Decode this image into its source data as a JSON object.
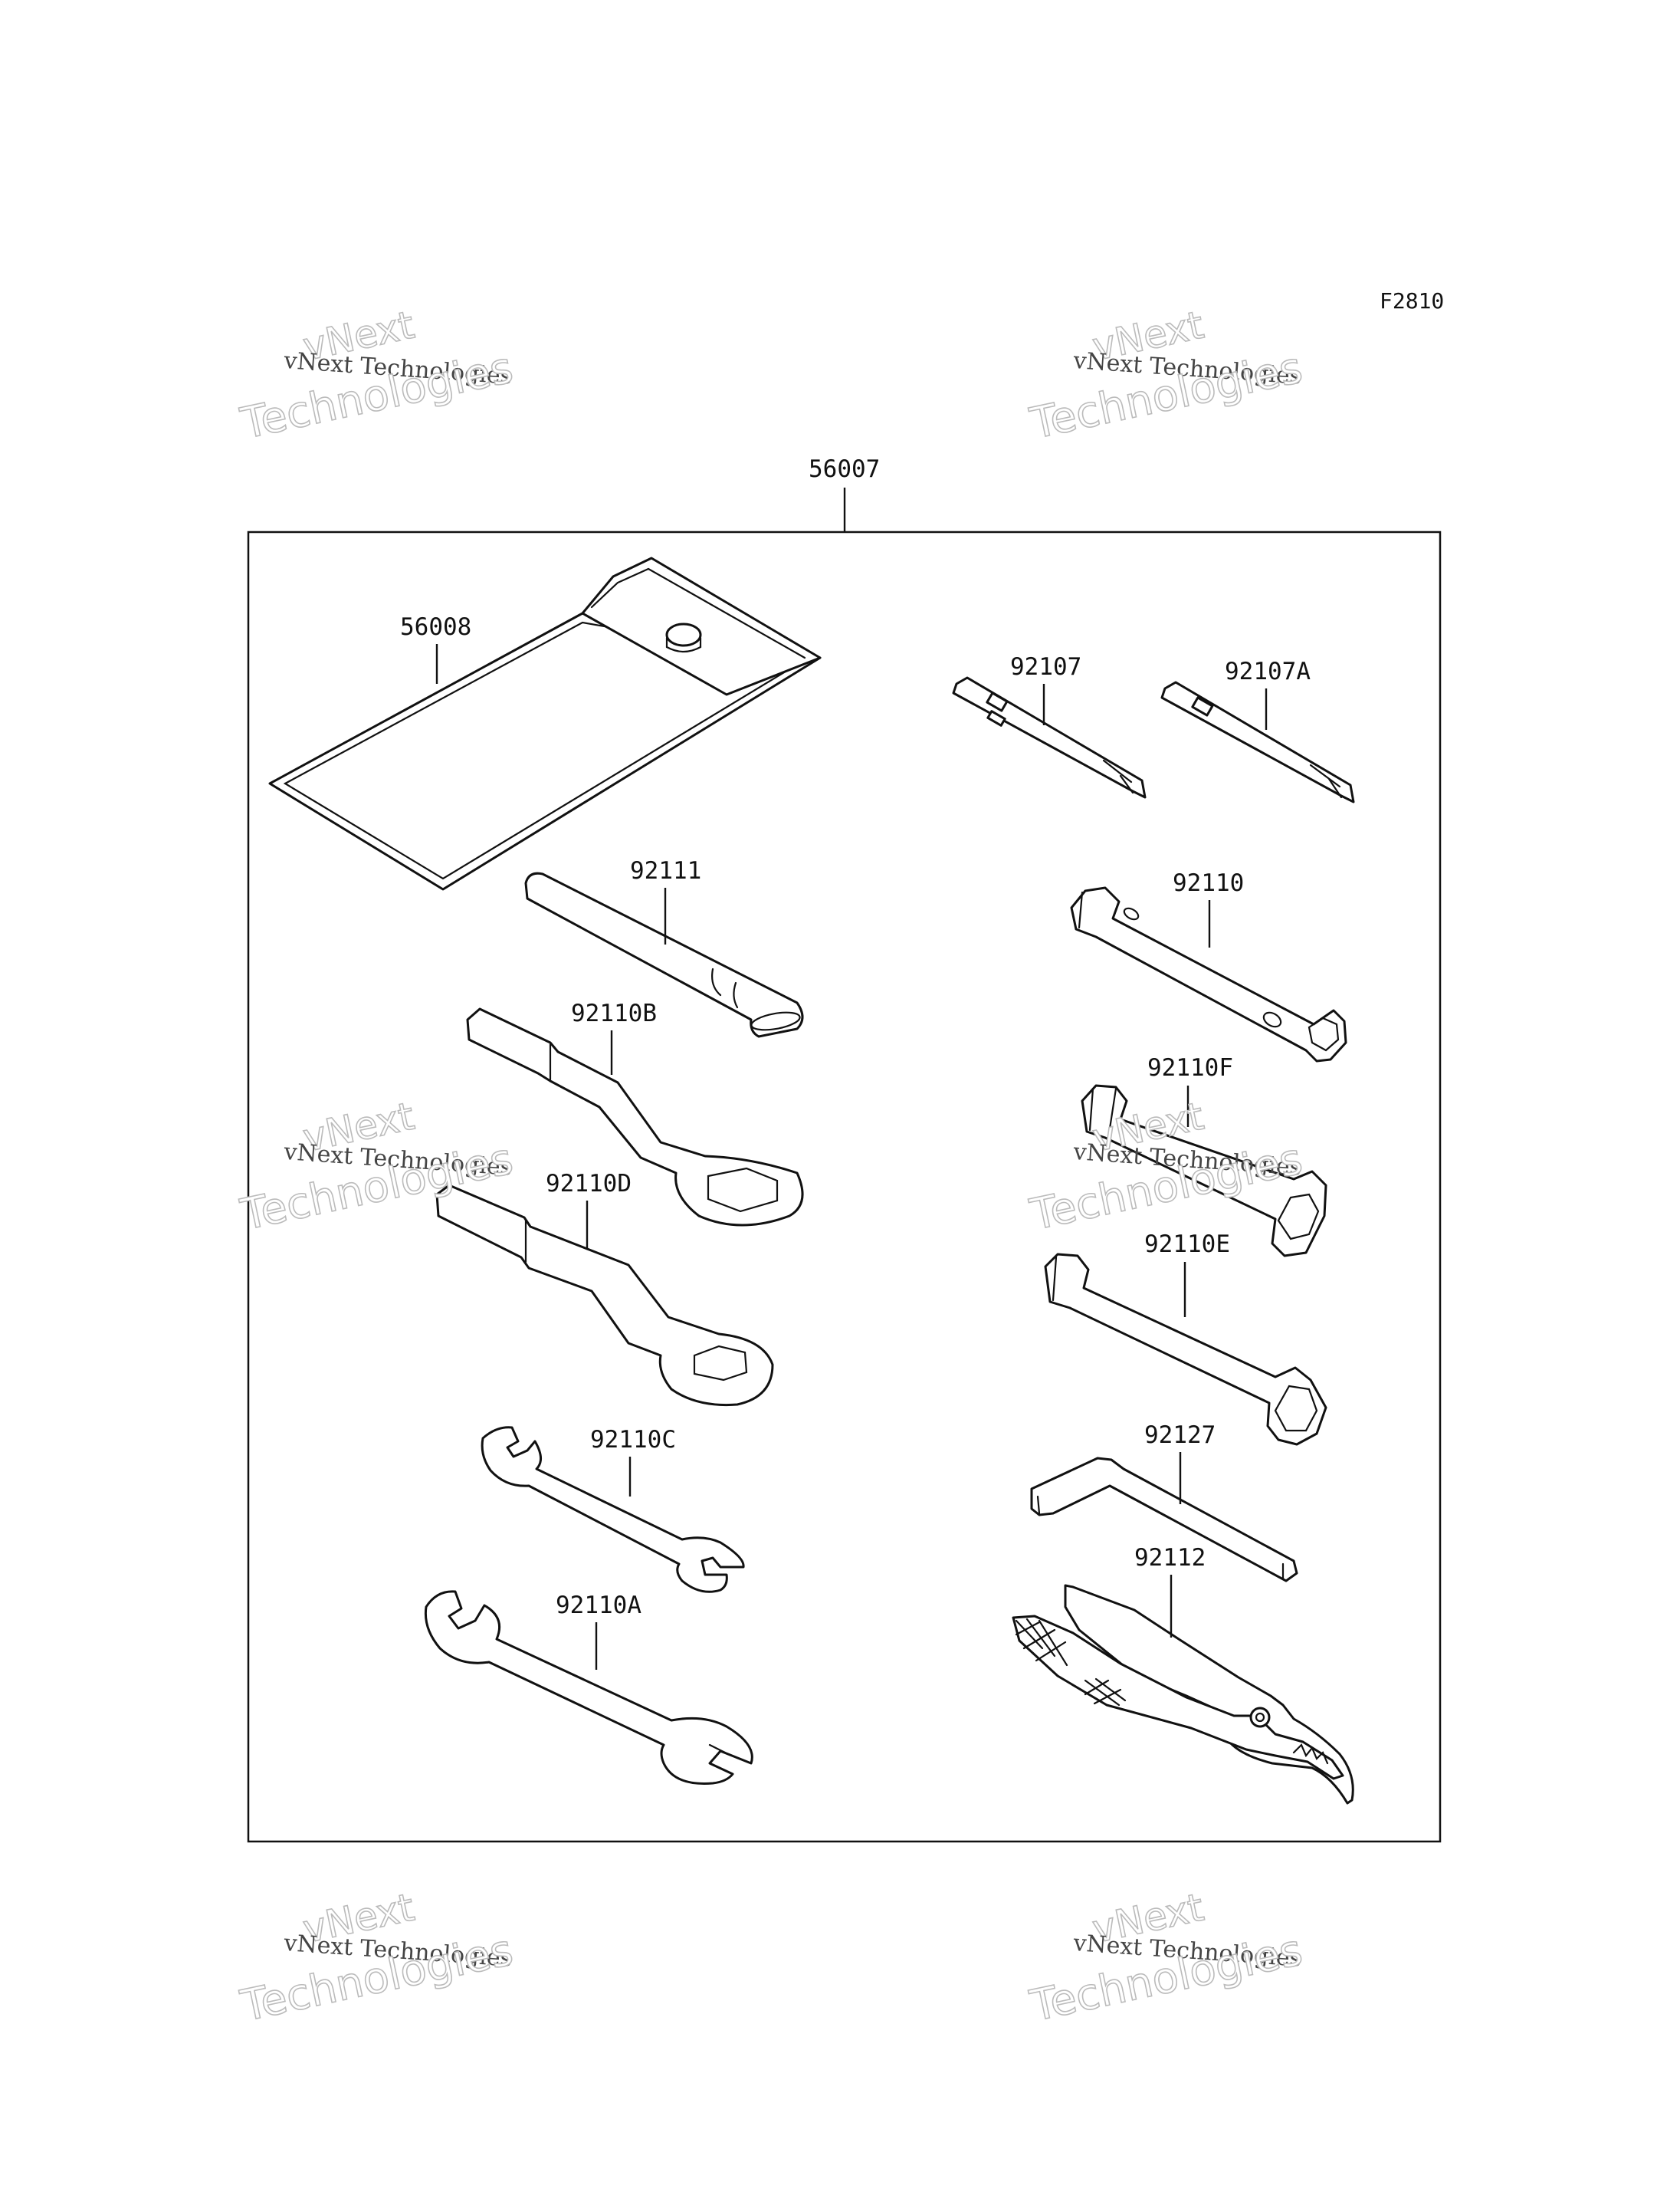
{
  "diagram": {
    "figure_ref": "F2810",
    "assembly_label": "56007",
    "parts": [
      {
        "id": "pouch",
        "label": "56008"
      },
      {
        "id": "screwdriver-a",
        "label": "92107"
      },
      {
        "id": "screwdriver-b",
        "label": "92107A"
      },
      {
        "id": "handle-bar",
        "label": "92111"
      },
      {
        "id": "box-wrench-b",
        "label": "92110B"
      },
      {
        "id": "box-wrench-d",
        "label": "92110D"
      },
      {
        "id": "open-wrench-c",
        "label": "92110C"
      },
      {
        "id": "open-wrench-a",
        "label": "92110A"
      },
      {
        "id": "socket-wrench",
        "label": "92110"
      },
      {
        "id": "socket-wrench-f",
        "label": "92110F"
      },
      {
        "id": "socket-wrench-e",
        "label": "92110E"
      },
      {
        "id": "hex-key",
        "label": "92127"
      },
      {
        "id": "pliers",
        "label": "92112"
      }
    ]
  },
  "watermarks": [
    {
      "line1": "vNext",
      "line2": "vNext Technologies",
      "line3": "Technologies"
    },
    {
      "line1": "vNext",
      "line2": "vNext Technologies",
      "line3": "Technologies"
    },
    {
      "line1": "vNext",
      "line2": "vNext Technologies",
      "line3": "Technologies"
    },
    {
      "line1": "vNext",
      "line2": "vNext Technologies",
      "line3": "Technologies"
    },
    {
      "line1": "vNext",
      "line2": "vNext Technologies",
      "line3": "Technologies"
    },
    {
      "line1": "vNext",
      "line2": "vNext Technologies",
      "line3": "Technologies"
    }
  ]
}
